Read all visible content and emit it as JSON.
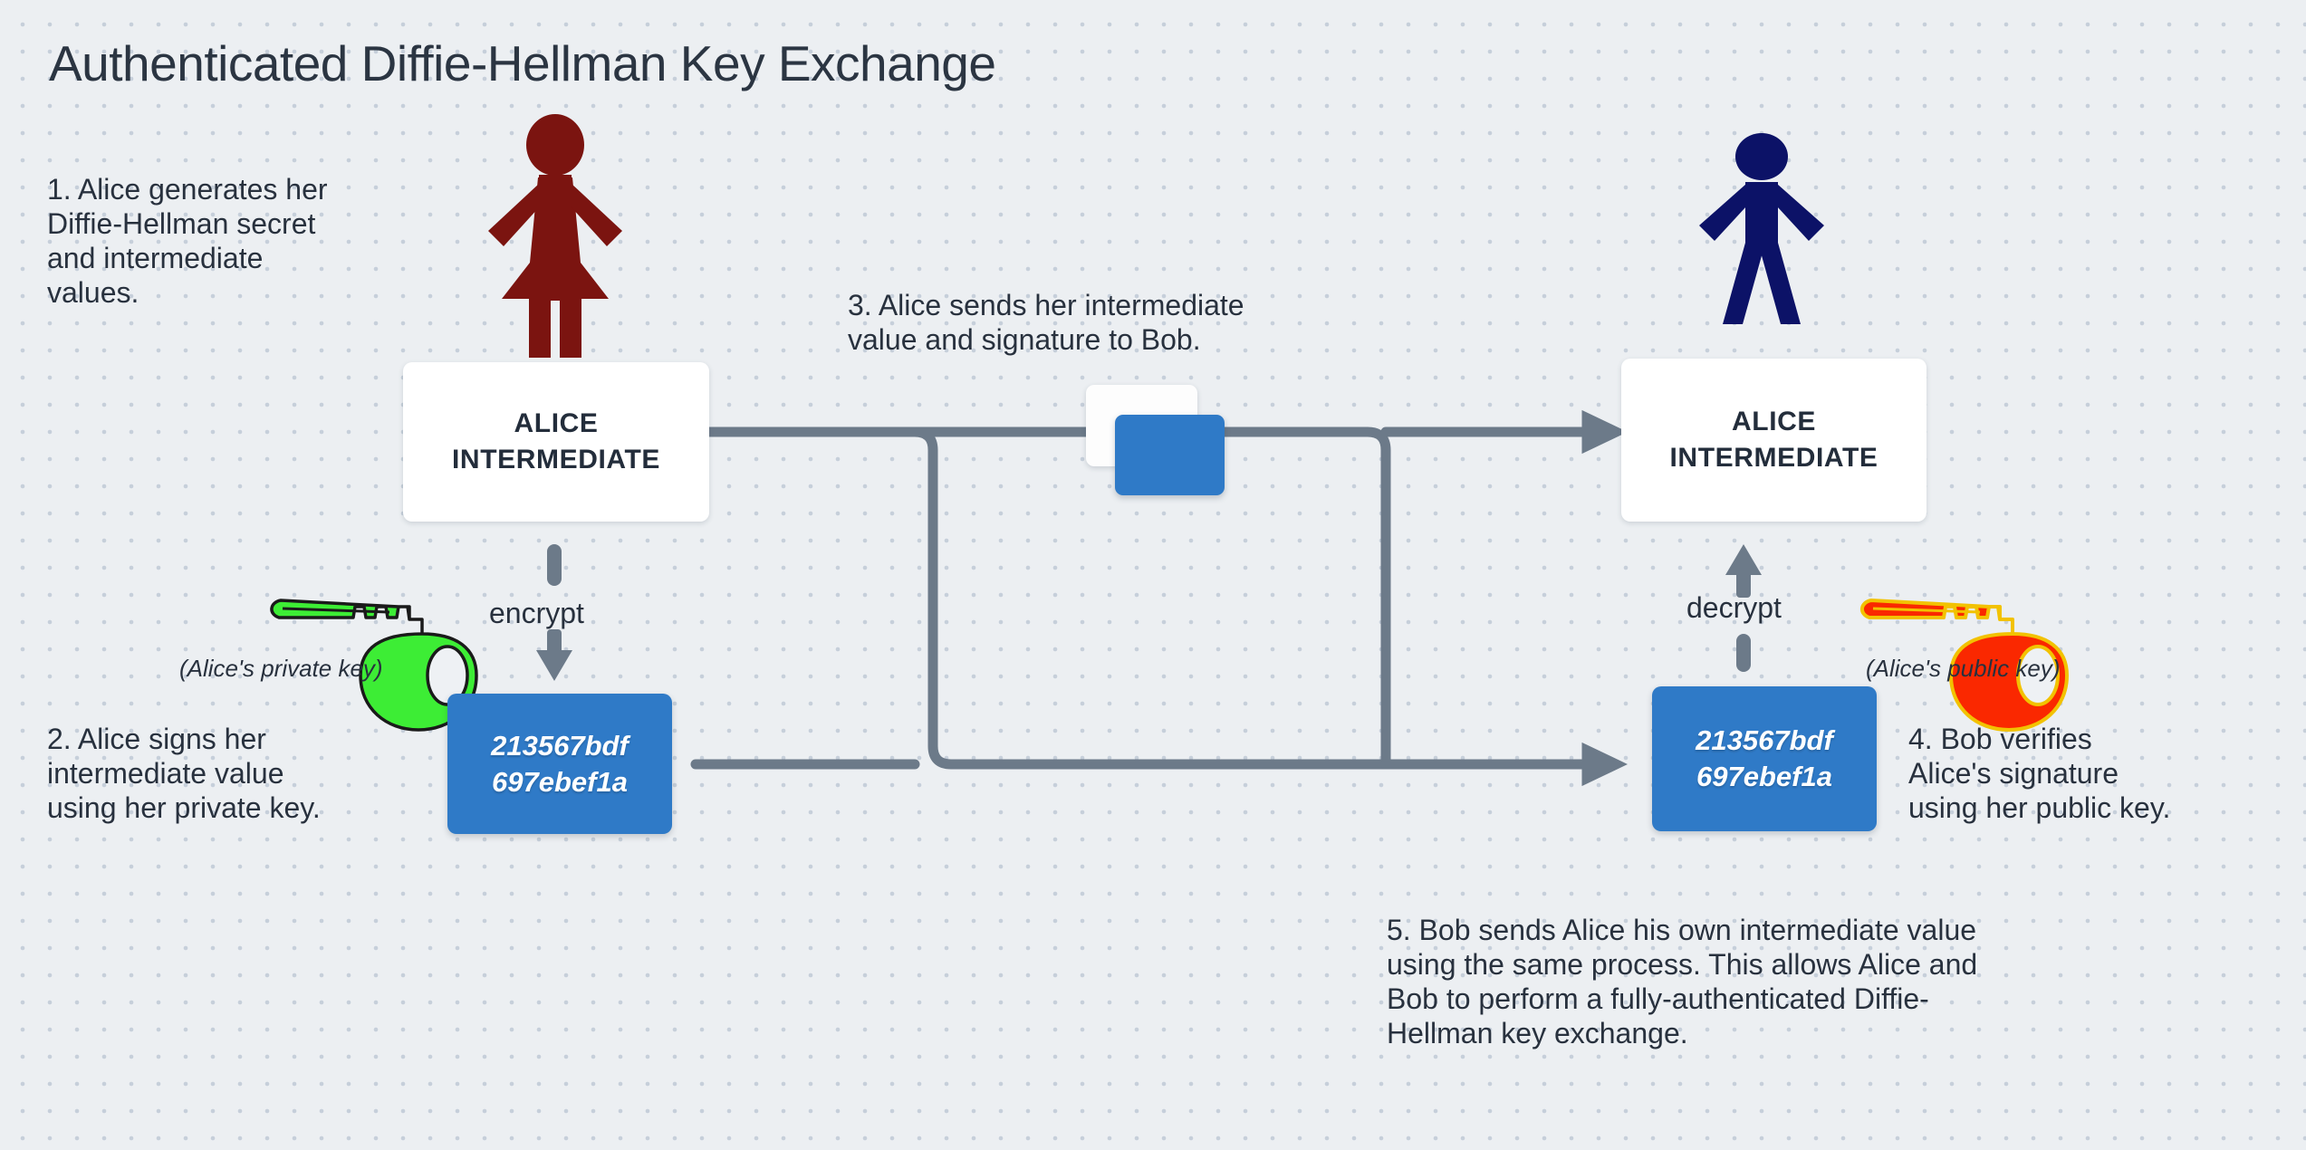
{
  "page": {
    "title": "Authenticated Diffie-Hellman Key Exchange",
    "background_color": "#eceff2",
    "dot_color": "#c6cfda"
  },
  "colors": {
    "alice_figure": "#7b1410",
    "bob_figure": "#0c1267",
    "private_key": "#3ded35",
    "public_key": "#fa2800",
    "public_key_outline": "#f2c200",
    "signature_card": "#2f7ac7",
    "connector": "#6c7a89",
    "card_background": "#ffffff",
    "text": "#28313e"
  },
  "actors": [
    {
      "name": "alice",
      "icon": "female-stick-figure-icon",
      "color": "#7b1410"
    },
    {
      "name": "bob",
      "icon": "male-stick-figure-icon",
      "color": "#0c1267"
    }
  ],
  "steps": [
    {
      "id": 1,
      "text": "1. Alice generates her\nDiffie-Hellman secret\nand intermediate\nvalues."
    },
    {
      "id": 2,
      "text": "2. Alice signs her\nintermediate value\nusing her private key."
    },
    {
      "id": 3,
      "text": "3. Alice sends her intermediate\nvalue and signature to Bob."
    },
    {
      "id": 4,
      "text": "4. Bob verifies\nAlice's signature\nusing her public key."
    },
    {
      "id": 5,
      "text": "5. Bob sends Alice his own intermediate value\nusing the same process. This allows Alice and\nBob to perform a fully-authenticated Diffie-\nHellman key exchange."
    }
  ],
  "cards": {
    "alice_intermediate_left": {
      "line1": "ALICE",
      "line2": "INTERMEDIATE"
    },
    "alice_intermediate_right": {
      "line1": "ALICE",
      "line2": "INTERMEDIATE"
    }
  },
  "signatures": {
    "left": {
      "line1": "213567bdf",
      "line2": "697ebef1a"
    },
    "right": {
      "line1": "213567bdf",
      "line2": "697ebef1a"
    }
  },
  "operations": {
    "encrypt": {
      "label": "encrypt",
      "direction": "down"
    },
    "decrypt": {
      "label": "decrypt",
      "direction": "up"
    }
  },
  "keys": {
    "private": {
      "caption": "(Alice's private key)",
      "color": "#3ded35",
      "icon": "key-icon"
    },
    "public": {
      "caption": "(Alice's public key)",
      "color": "#fa2800",
      "icon": "key-icon"
    }
  },
  "packet": {
    "description": "message-packet"
  }
}
